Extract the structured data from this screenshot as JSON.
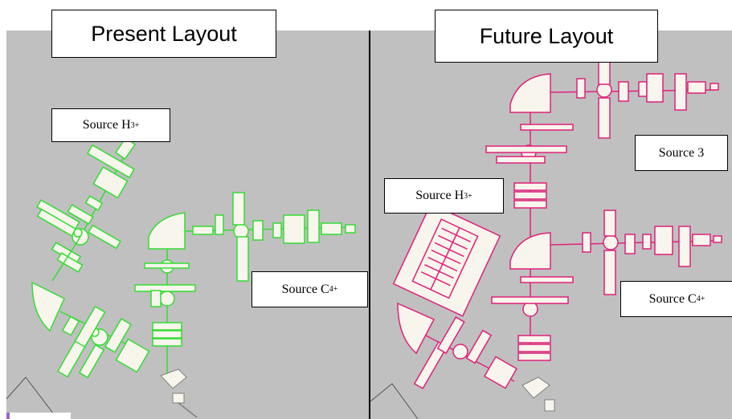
{
  "left": {
    "title": "Present Layout",
    "source_h3": {
      "text": "Source H",
      "sub": "3",
      "sup": "+"
    },
    "source_c4": {
      "text": "Source C",
      "sup": "4+"
    }
  },
  "right": {
    "title": "Future Layout",
    "source_h3": {
      "text": "Source H",
      "sub": "3",
      "sup": "+"
    },
    "source_3": {
      "text": "Source 3"
    },
    "source_c4": {
      "text": "Source C",
      "sup": "4+"
    }
  },
  "colors": {
    "background": "#c0c0c0",
    "present_line": "#33dd33",
    "future_line": "#e0207a",
    "fill": "#f8f5ec"
  }
}
